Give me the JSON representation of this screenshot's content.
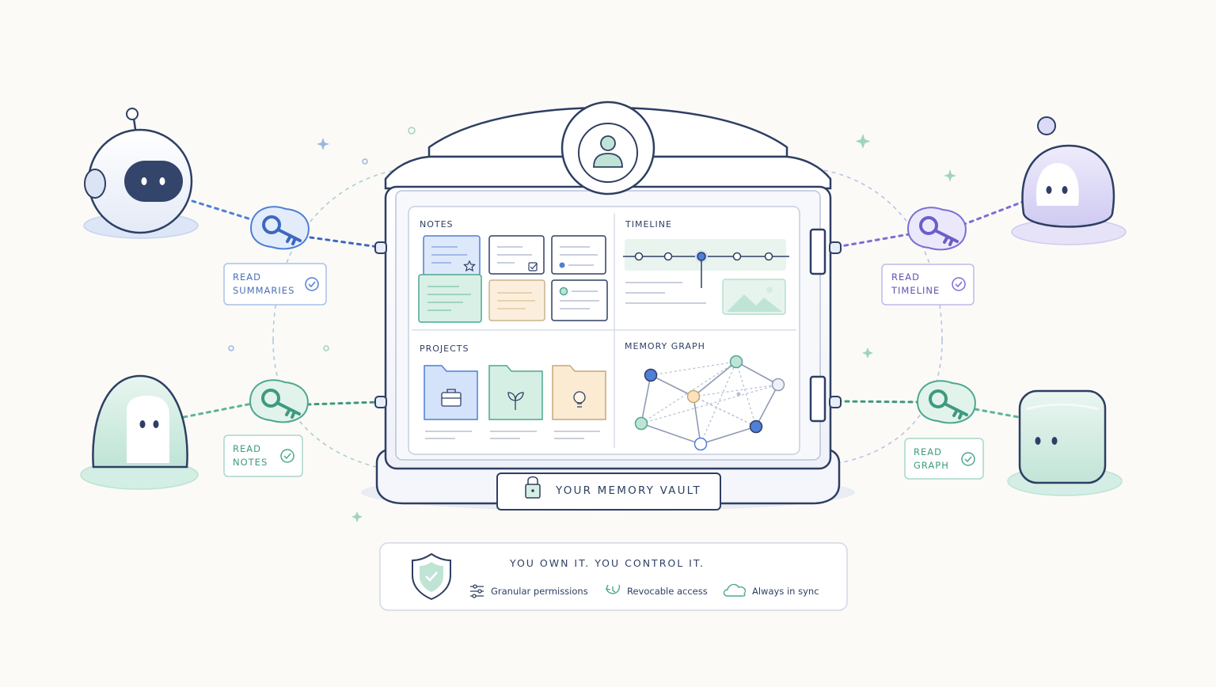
{
  "vault": {
    "title": "YOUR MEMORY VAULT",
    "sections": {
      "notes": "NOTES",
      "timeline": "TIMELINE",
      "projects": "PROJECTS",
      "memory_graph": "MEMORY GRAPH"
    }
  },
  "access": [
    {
      "agent": "robot-agent",
      "line1": "READ",
      "line2": "SUMMARIES",
      "color": "#4f7fd6"
    },
    {
      "agent": "ghost-agent",
      "line1": "READ",
      "line2": "NOTES",
      "color": "#4da890"
    },
    {
      "agent": "blob-agent",
      "line1": "READ",
      "line2": "TIMELINE",
      "color": "#7a6fd4"
    },
    {
      "agent": "cube-agent",
      "line1": "READ",
      "line2": "GRAPH",
      "color": "#4da890"
    }
  ],
  "footer": {
    "tagline": "YOU OWN IT. YOU CONTROL IT.",
    "features": [
      {
        "icon": "sliders-icon",
        "label": "Granular permissions"
      },
      {
        "icon": "revoke-clock-icon",
        "label": "Revocable access"
      },
      {
        "icon": "cloud-icon",
        "label": "Always in sync"
      }
    ]
  },
  "colors": {
    "navy": "#2e3f63",
    "blue": "#4f7fd6",
    "green": "#4da890",
    "purple": "#7a6fd4",
    "background": "#fbfaf7"
  }
}
